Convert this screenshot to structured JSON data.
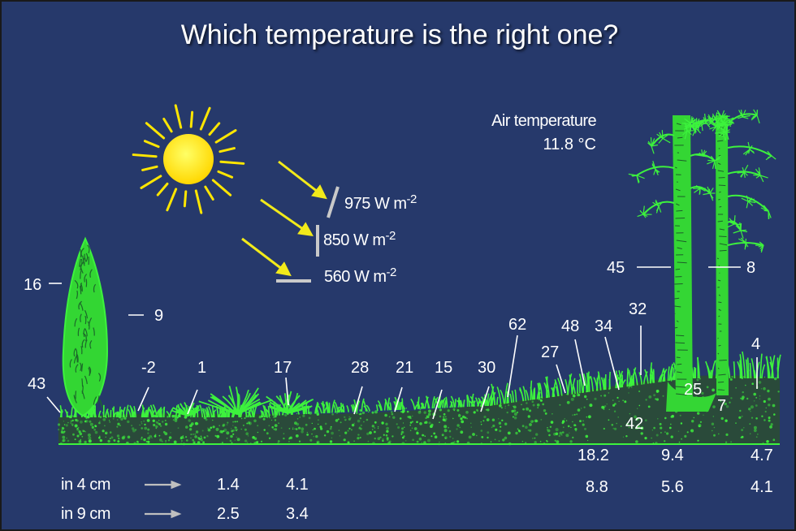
{
  "title": "Which temperature is the right one?",
  "air": {
    "label": "Air temperature",
    "value": "11.8 °C"
  },
  "radiation": [
    {
      "value": "975",
      "unit": "W m",
      "exp": "-2"
    },
    {
      "value": "850",
      "unit": "W m",
      "exp": "-2"
    },
    {
      "value": "560",
      "unit": "W m",
      "exp": "-2"
    }
  ],
  "surface_temps": {
    "t16": "16",
    "t9": "9",
    "t43": "43",
    "tm2": "-2",
    "t1": "1",
    "t17": "17",
    "t28": "28",
    "t21": "21",
    "t15": "15",
    "t30": "30",
    "t62": "62",
    "t27": "27",
    "t48": "48",
    "t34": "34",
    "t32": "32",
    "t45": "45",
    "t8": "8",
    "t4": "4",
    "t25": "25",
    "t7": "7",
    "t42": "42"
  },
  "soil": {
    "row1_label": "in 4 cm",
    "row2_label": "in 9 cm",
    "row1": [
      "1.4",
      "4.1",
      "18.2",
      "9.4",
      "4.7"
    ],
    "row2": [
      "2.5",
      "3.4",
      "8.8",
      "5.6",
      "4.1"
    ]
  },
  "colors": {
    "background": "#26396b",
    "vegetation": "#3df23d",
    "sun": "#ffee00",
    "arrow": "#f2ea1a",
    "text": "#ffffff"
  },
  "icons": {
    "sun": "sun-icon",
    "arrows": "arrow-icon"
  }
}
